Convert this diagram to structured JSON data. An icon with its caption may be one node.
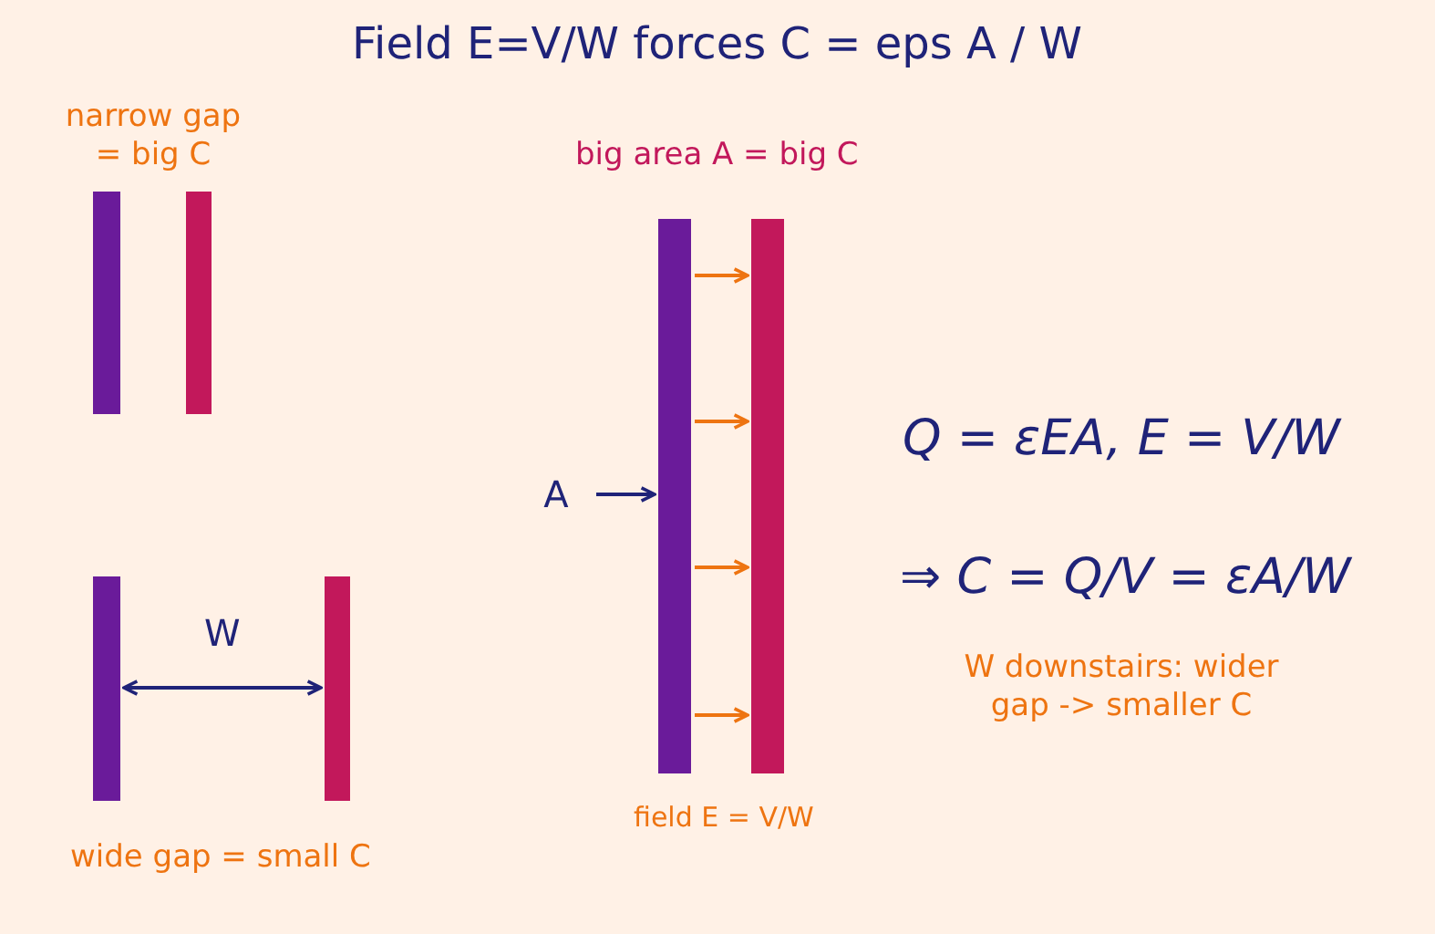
{
  "diagram": {
    "title": "Field E=V/W forces C = eps A / W",
    "nodes": [
      {
        "text": [],
        "shape": "bar"
      },
      {
        "text": [],
        "shape": "bar"
      },
      {
        "text": [],
        "shape": "bar"
      },
      {
        "text": [],
        "shape": "bar"
      },
      {
        "text": [
          "A"
        ]
      },
      {
        "text": [],
        "shape": "bar"
      },
      {
        "text": [],
        "shape": "bar"
      }
    ],
    "edges": [
      {
        "from": 2,
        "to": 3,
        "arrow": "to",
        "color": "#ee7411"
      },
      {
        "from": 2,
        "to": 3,
        "arrow": "to",
        "color": "#ee7411"
      },
      {
        "from": 4,
        "to": 2,
        "arrow": "to",
        "color": "#1f2378"
      },
      {
        "from": 2,
        "to": 3,
        "arrow": "to",
        "color": "#ee7411"
      },
      {
        "from": 2,
        "to": 3,
        "arrow": "to",
        "color": "#ee7411"
      },
      {
        "from": 5,
        "to": 6,
        "arrow": "both",
        "label": "W",
        "color": "#1f2378"
      }
    ],
    "labels": [
      "narrow gap = big C",
      "big area A = big C",
      "wide gap = small C",
      "field E = V/W",
      "Q = εEA,  E = V/W",
      "⇒  C = Q/V = εA/W",
      "W downstairs: wider gap -> smaller C"
    ]
  }
}
